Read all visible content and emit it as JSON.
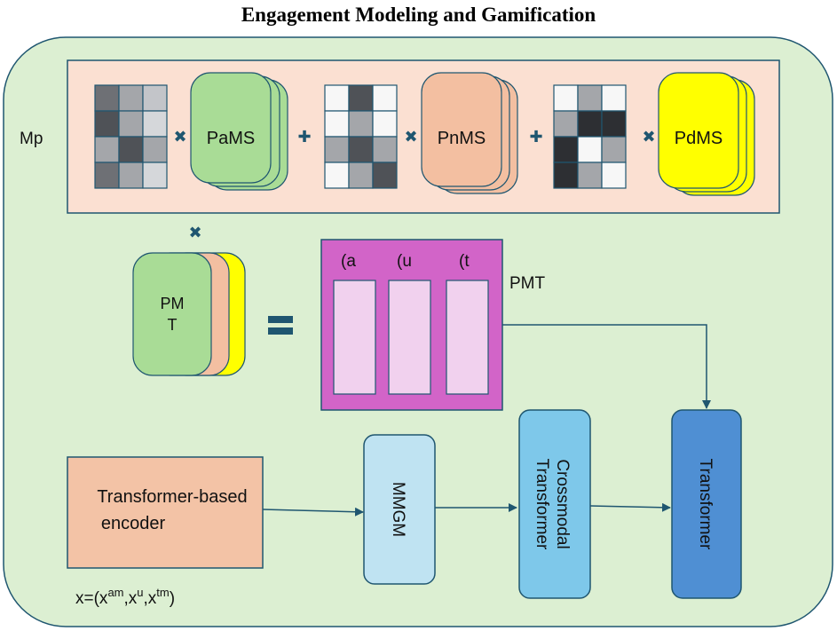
{
  "title": "Engagement Modeling and Gamification",
  "labels": {
    "mp": "Mp",
    "pams": "PaMS",
    "pnms": "PnMS",
    "pdms": "PdMS",
    "pmt_stack_line1": "PM",
    "pmt_stack_line2": "T",
    "pmt": "PMT",
    "col_a": "(a",
    "col_u": "(u",
    "col_t": "(t",
    "encoder_line1": "Transformer-based",
    "encoder_line2": "encoder",
    "mmgm": "MMGM",
    "crossmodal_line1": "Crossmodal",
    "crossmodal_line2": "Transformer",
    "transformer": "Transformer",
    "input_x": "x=(x",
    "sup_am": "am",
    "sep1": ",x",
    "sup_u": "u",
    "sep2": ",x",
    "sup_tm": "tm",
    "close": ")"
  },
  "operators": {
    "multiply": "✖",
    "plus": "✚",
    "equals": "〓"
  },
  "matrices": [
    [
      "#6e7075",
      "#a4a6aa",
      "#c3c5c9",
      "#4f5257",
      "#a4a6aa",
      "#d5d7da",
      "#a4a6aa",
      "#4f5257",
      "#a4a6aa",
      "#6e7075",
      "#a4a6aa",
      "#d5d7da"
    ],
    [
      "#f7f7f7",
      "#4f5257",
      "#f7f7f7",
      "#f7f7f7",
      "#a4a6aa",
      "#f7f7f7",
      "#a4a6aa",
      "#4f5257",
      "#a4a6aa",
      "#f7f7f7",
      "#a4a6aa",
      "#4f5257"
    ],
    [
      "#f7f7f7",
      "#a4a6aa",
      "#f7f7f7",
      "#a4a6aa",
      "#2d2f33",
      "#2d2f33",
      "#2d2f33",
      "#f7f7f7",
      "#a4a6aa",
      "#2d2f33",
      "#a4a6aa",
      "#f7f7f7"
    ]
  ],
  "colors": {
    "outer_bg": "#dcefd2",
    "mp_bg": "#fbe0d2",
    "pams": "#a9dc96",
    "pnms": "#f3bfa1",
    "pdms": "#ffff00",
    "pmt_box": "#d264c8",
    "pmt_col": "#f1d1ee",
    "encoder": "#f3c3a6",
    "mmgm": "#bfe3f2",
    "crossmodal": "#7ec8ea",
    "transformer": "#4f8fd3",
    "operator": "#1f5670"
  }
}
